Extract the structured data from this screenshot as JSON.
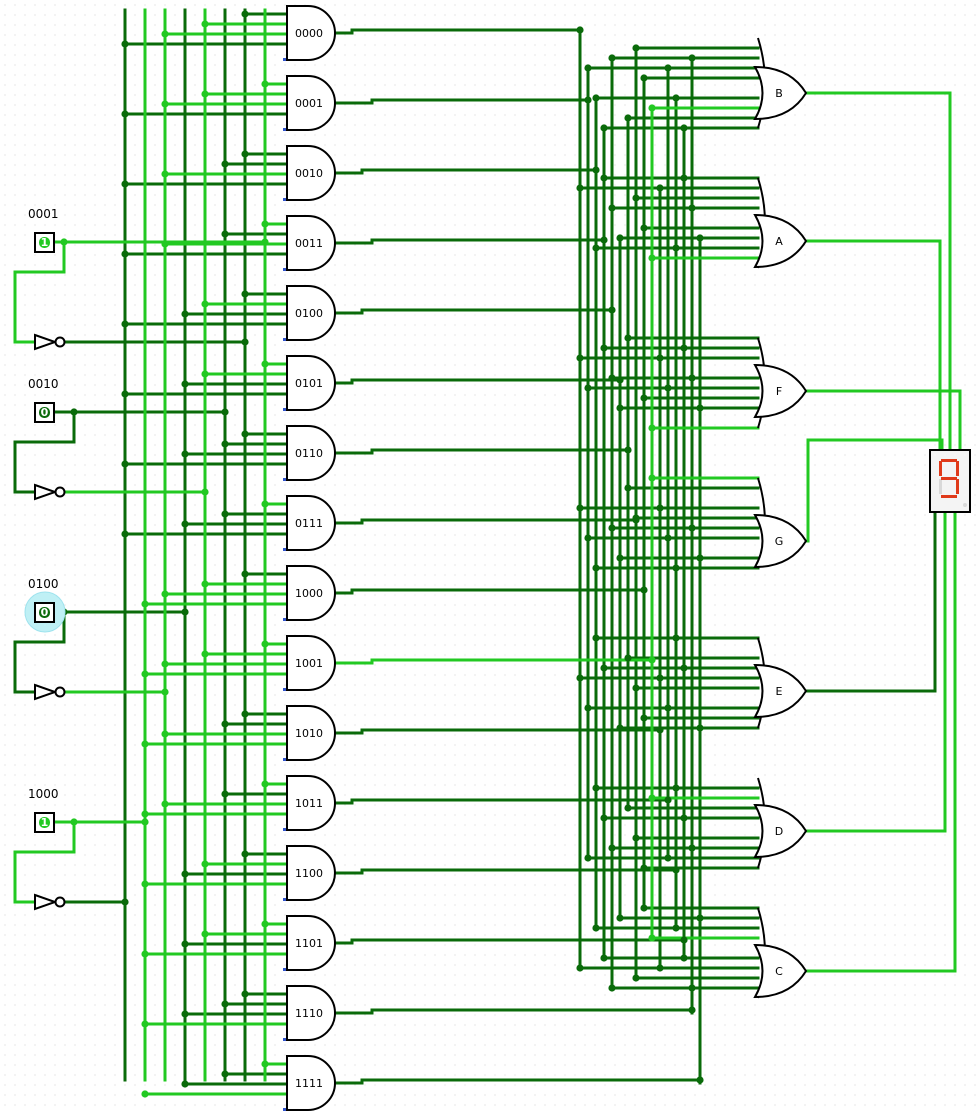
{
  "title": "4-bit binary to 7-segment decoder circuit",
  "colors": {
    "wire_off": "#0a6b0a",
    "wire_on": "#22c922",
    "gate": "#000000",
    "background": "#ffffff",
    "grid_dot": "#cfcfcf",
    "display_off": "#d9d9d9",
    "display_on": "#e03a1a",
    "input_highlight": "#bff0f5"
  },
  "inputs": [
    {
      "label": "0001",
      "value": "1"
    },
    {
      "label": "0010",
      "value": "0"
    },
    {
      "label": "0100",
      "value": "0"
    },
    {
      "label": "1000",
      "value": "1"
    }
  ],
  "and_gates": [
    "0000",
    "0001",
    "0010",
    "0011",
    "0100",
    "0101",
    "0110",
    "0111",
    "1000",
    "1001",
    "1010",
    "1011",
    "1100",
    "1101",
    "1110",
    "1111"
  ],
  "or_gates": [
    {
      "label": "B",
      "on": true
    },
    {
      "label": "A",
      "on": true
    },
    {
      "label": "F",
      "on": true
    },
    {
      "label": "G",
      "on": true
    },
    {
      "label": "E",
      "on": false
    },
    {
      "label": "D",
      "on": true
    },
    {
      "label": "C",
      "on": true
    }
  ],
  "display": {
    "digit": "9",
    "segments_on": [
      "a",
      "b",
      "c",
      "d",
      "f",
      "g"
    ]
  }
}
